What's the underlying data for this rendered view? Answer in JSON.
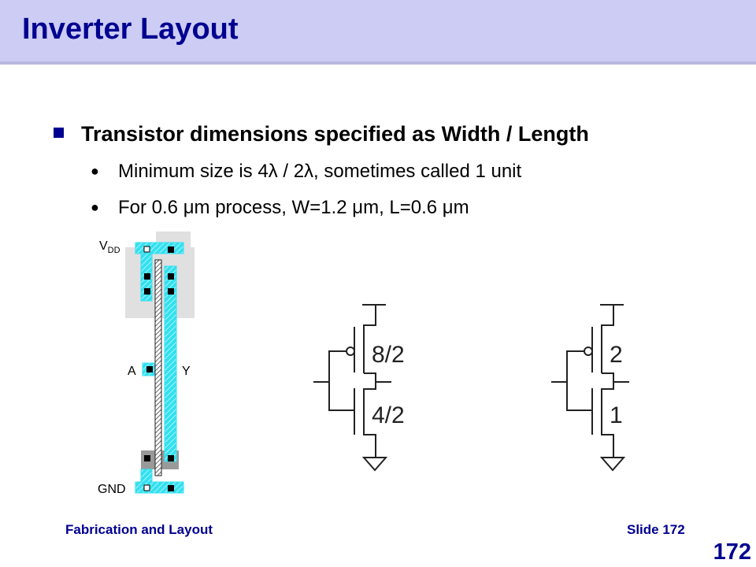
{
  "slide": {
    "title": "Inverter Layout",
    "bullet": "Transistor dimensions specified as Width / Length",
    "sub_bullets": [
      "Minimum size is 4λ / 2λ, sometimes called 1 unit",
      "For 0.6 μm process, W=1.2 μm, L=0.6 μm"
    ],
    "footer_left": "Fabrication and Layout",
    "footer_right": "Slide 172",
    "page_number": "172"
  },
  "layout_labels": {
    "vdd": "V",
    "vdd_sub": "DD",
    "a": "A",
    "y": "Y",
    "gnd": "GND"
  },
  "schematics": [
    {
      "pmos": "8/2",
      "nmos": "4/2"
    },
    {
      "pmos": "2",
      "nmos": "1"
    }
  ],
  "colors": {
    "title": "#000090",
    "header_bg": "#ccccf5",
    "metal": "#33e0f0"
  }
}
